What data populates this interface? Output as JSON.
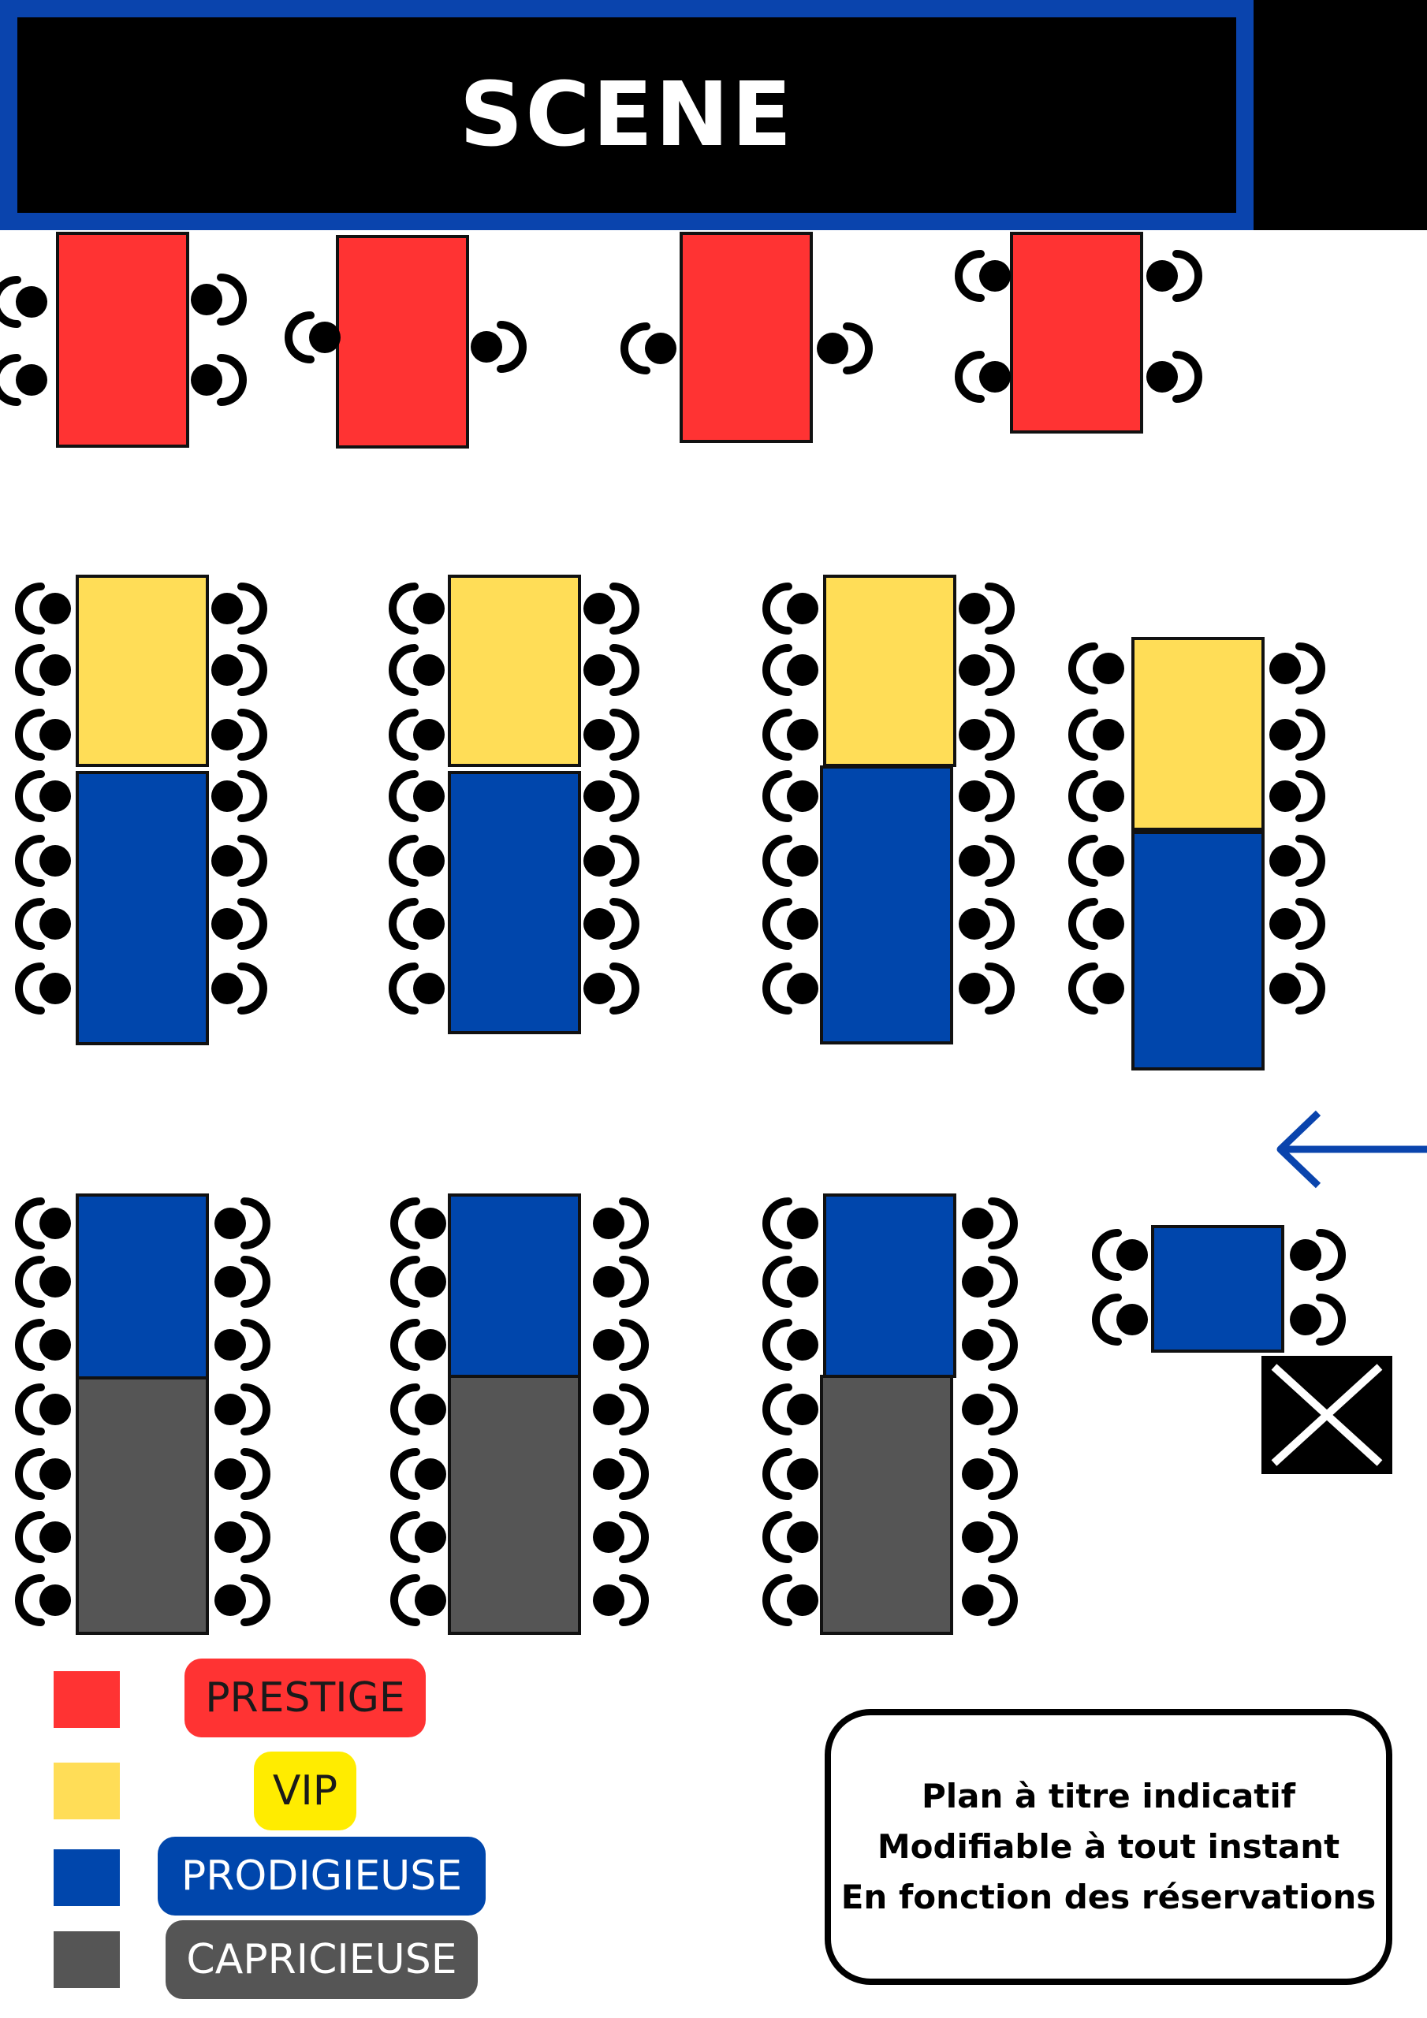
{
  "stage": {
    "title": "SCENE"
  },
  "colors": {
    "prestige": "#ff3333",
    "vip": "#ffdd57",
    "prodigieuse": "#0046ac",
    "capricieuse": "#555555",
    "stage_border": "#0a44ad",
    "vip_pill": "#ffec00",
    "arrow": "#0a44ad",
    "chair": "#000000"
  },
  "entrance": {
    "icon": "arrow-left-icon",
    "blocked_icon": "crossed-box-icon"
  },
  "legend": [
    {
      "swatch_color": "#ff3333",
      "label": "PRESTIGE",
      "pill_color": "#ff3333",
      "text_color": "#1a1a1a"
    },
    {
      "swatch_color": "#ffdd57",
      "label": "VIP",
      "pill_color": "#ffec00",
      "text_color": "#1a1a1a"
    },
    {
      "swatch_color": "#0046ac",
      "label": "PRODIGIEUSE",
      "pill_color": "#0046ac",
      "text_color": "#ffffff"
    },
    {
      "swatch_color": "#555555",
      "label": "CAPRICIEUSE",
      "pill_color": "#555555",
      "text_color": "#ffffff"
    }
  ],
  "note": {
    "line1": "Plan à titre indicatif",
    "line2": "Modifiable à tout instant",
    "line3": "En fonction des réservations"
  }
}
